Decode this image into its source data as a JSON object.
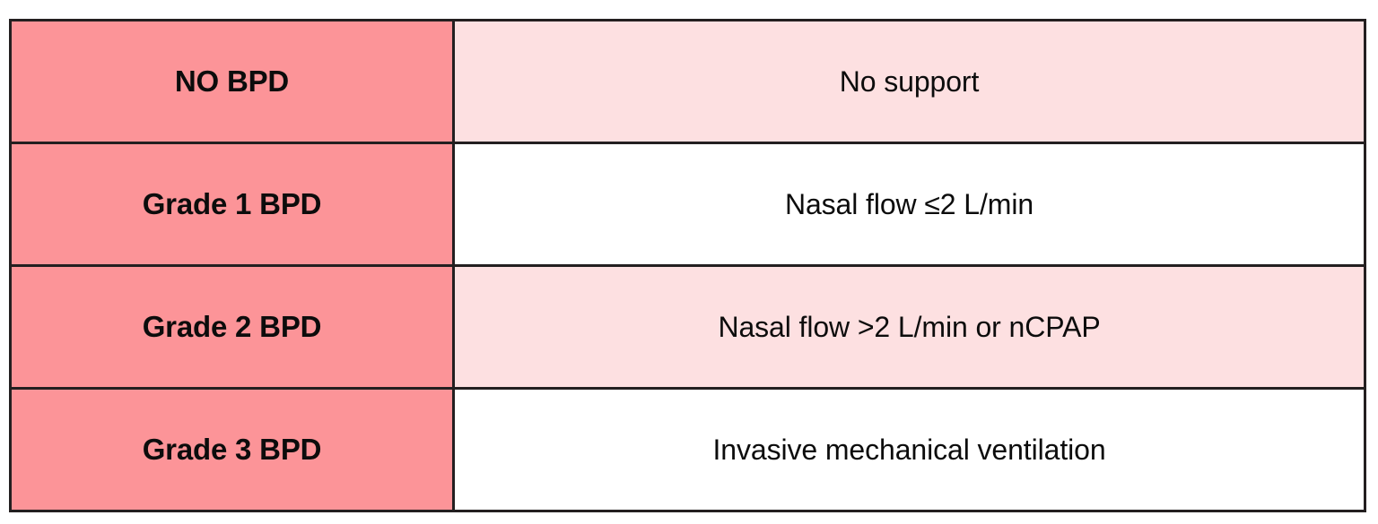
{
  "table": {
    "name": "bpd-severity-grading-table",
    "colors": {
      "grade_cell_background": "#fc9498",
      "description_tint_background": "#fde0e1",
      "description_plain_background": "#ffffff",
      "border": "#231f20",
      "text": "#0c0c0c"
    },
    "rows": [
      {
        "grade": "NO BPD",
        "description": "No support",
        "description_shade": "tint"
      },
      {
        "grade": "Grade 1 BPD",
        "description": "Nasal flow ≤2 L/min",
        "description_shade": "plain"
      },
      {
        "grade": "Grade 2 BPD",
        "description": "Nasal flow >2 L/min or nCPAP",
        "description_shade": "tint"
      },
      {
        "grade": "Grade 3 BPD",
        "description": "Invasive mechanical ventilation",
        "description_shade": "plain"
      }
    ]
  }
}
